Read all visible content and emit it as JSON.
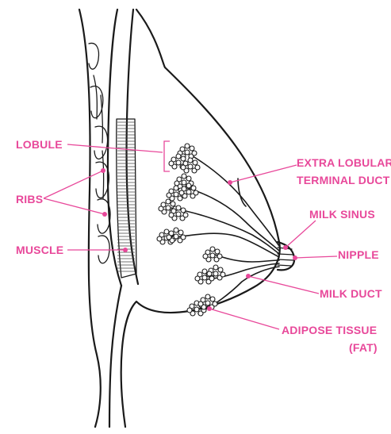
{
  "colors": {
    "accent": "#e8489a",
    "line": "#1a1a1a"
  },
  "labels": {
    "lobule": "LOBULE",
    "ribs": "RIBS",
    "muscle": "MUSCLE",
    "extra_lobular_line1": "EXTRA LOBULAR",
    "extra_lobular_line2": "TERMINAL DUCT",
    "milk_sinus": "MILK SINUS",
    "nipple": "NIPPLE",
    "milk_duct": "MILK DUCT",
    "adipose_line1": "ADIPOSE TISSUE",
    "adipose_line2": "(FAT)"
  }
}
